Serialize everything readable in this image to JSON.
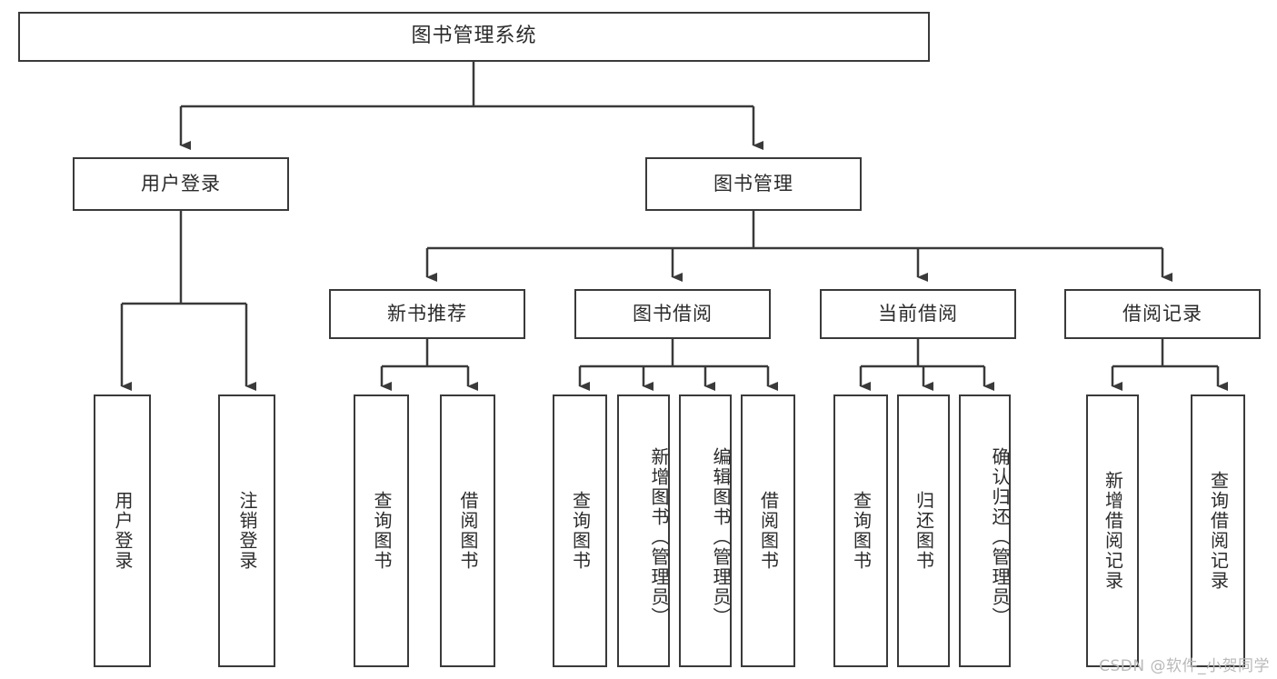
{
  "diagram": {
    "title": "图书管理系统",
    "type": "tree",
    "colors": {
      "stroke": "#3a3a3a",
      "text": "#2b2b2b",
      "background": "#ffffff",
      "watermark": "#b9b9b9"
    },
    "root": {
      "label": "图书管理系统"
    },
    "level2": [
      {
        "label": "用户登录"
      },
      {
        "label": "图书管理"
      }
    ],
    "level3": [
      {
        "label": "新书推荐"
      },
      {
        "label": "图书借阅"
      },
      {
        "label": "当前借阅"
      },
      {
        "label": "借阅记录"
      }
    ],
    "leaves": [
      {
        "label": "用户登录",
        "parent": "用户登录"
      },
      {
        "label": "注销登录",
        "parent": "用户登录"
      },
      {
        "label": "查询图书",
        "parent": "新书推荐"
      },
      {
        "label": "借阅图书",
        "parent": "新书推荐"
      },
      {
        "label": "查询图书",
        "parent": "图书借阅"
      },
      {
        "label": "新增图书（管理员）",
        "parent": "图书借阅"
      },
      {
        "label": "编辑图书（管理员）",
        "parent": "图书借阅"
      },
      {
        "label": "借阅图书",
        "parent": "图书借阅"
      },
      {
        "label": "查询图书",
        "parent": "当前借阅"
      },
      {
        "label": "归还图书",
        "parent": "当前借阅"
      },
      {
        "label": "确认归还（管理员）",
        "parent": "当前借阅"
      },
      {
        "label": "新增借阅记录",
        "parent": "借阅记录"
      },
      {
        "label": "查询借阅记录",
        "parent": "借阅记录"
      }
    ]
  },
  "watermark": {
    "text": "CSDN @软件_小贺同学"
  }
}
